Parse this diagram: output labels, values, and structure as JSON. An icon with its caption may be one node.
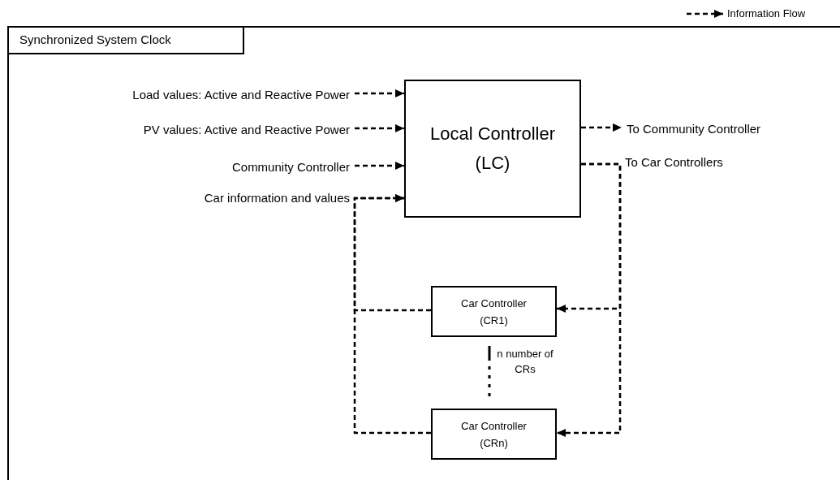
{
  "diagram": {
    "nodes": [
      {
        "text": [
          "Synchronized System Clock"
        ]
      },
      {
        "text": [
          "Load values: Active and Reactive Power"
        ],
        "in": 0
      },
      {
        "text": [
          "PV values: Active and Reactive Power"
        ],
        "in": 0
      },
      {
        "text": [
          "Community Controller"
        ],
        "in": 0
      },
      {
        "text": [
          "Local Controller (LC)"
        ],
        "in": 0
      },
      {
        "text": [
          "To Community Controller"
        ],
        "in": 0
      },
      {
        "text": [
          "Car Controller (CR1)"
        ],
        "in": 0
      },
      {
        "text": [
          "Car Controller (CRn)"
        ],
        "in": 0
      }
    ],
    "edges": [
      {
        "from": 1,
        "to": 4,
        "arrow": "to",
        "style": "dashed"
      },
      {
        "from": 2,
        "to": 4,
        "arrow": "to",
        "style": "dashed"
      },
      {
        "from": 3,
        "to": 4,
        "arrow": "to",
        "style": "dashed"
      },
      {
        "from": 4,
        "to": 5,
        "arrow": "to",
        "style": "dashed"
      },
      {
        "from": 4,
        "to": 6,
        "arrow": "to",
        "style": "dashed"
      },
      {
        "from": 4,
        "to": 7,
        "arrow": "to",
        "style": "dashed"
      },
      {
        "from": 6,
        "to": 4,
        "arrow": "to",
        "style": "dashed"
      },
      {
        "from": 7,
        "to": 4,
        "arrow": "to",
        "style": "dashed"
      }
    ],
    "labels": [
      "Car information and values",
      "To Car Controllers",
      "n number of CRs"
    ],
    "legend": [
      {
        "text": "Information Flow"
      }
    ]
  }
}
